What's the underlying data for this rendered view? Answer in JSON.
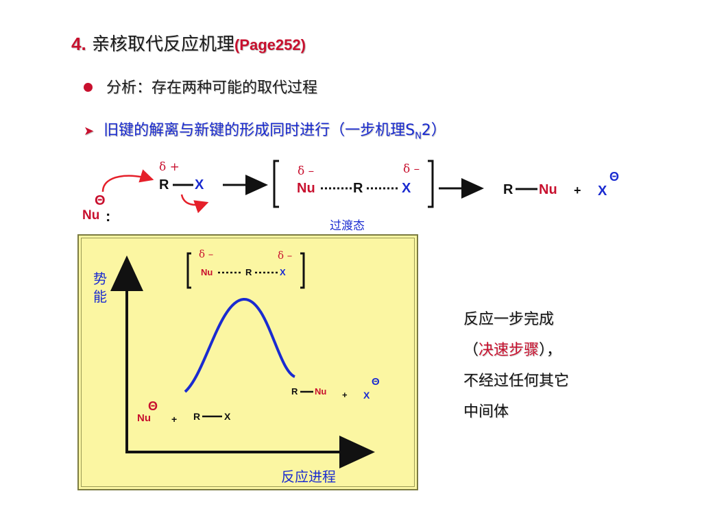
{
  "title": {
    "number": "4.",
    "text": "亲核取代反应机理",
    "page_ref": "(Page252)"
  },
  "bullet": {
    "text": "分析：存在两种可能的取代过程"
  },
  "subpoint": {
    "text": "旧键的解离与新键的形成同时进行（一步机理S",
    "subscript": "N",
    "tail": "2）"
  },
  "mechanism": {
    "reactant": {
      "delta_plus": "δ +",
      "R": "R",
      "X": "X",
      "nucleophile": "Nu",
      "colon": ":",
      "charge": "Θ"
    },
    "transition_state": {
      "delta_left": "δ –",
      "delta_right": "δ –",
      "Nu": "Nu",
      "R": "R",
      "X": "X",
      "label": "过渡态"
    },
    "products": {
      "R": "R",
      "Nu": "Nu",
      "plus": "+",
      "X": "X",
      "charge": "Θ"
    }
  },
  "energy_diagram": {
    "y_label": "势能",
    "x_label": "反应进程",
    "ts": {
      "delta_left": "δ –",
      "delta_right": "δ –",
      "Nu": "Nu",
      "R": "R",
      "X": "X"
    },
    "reactants": {
      "charge": "Θ",
      "Nu": "Nu",
      "plus": "+",
      "R": "R",
      "X": "X"
    },
    "products": {
      "R": "R",
      "Nu": "Nu",
      "plus": "+",
      "X": "X",
      "charge": "Θ"
    }
  },
  "note": {
    "line1": "反应一步完成",
    "open_paren": "（",
    "highlight": "决速步骤",
    "close_paren": "），",
    "line3": "不经过任何其它",
    "line4": "中间体"
  },
  "colors": {
    "red": "#c8102e",
    "blue": "#1a2bd0",
    "box_fill": "#fbf6a2"
  }
}
